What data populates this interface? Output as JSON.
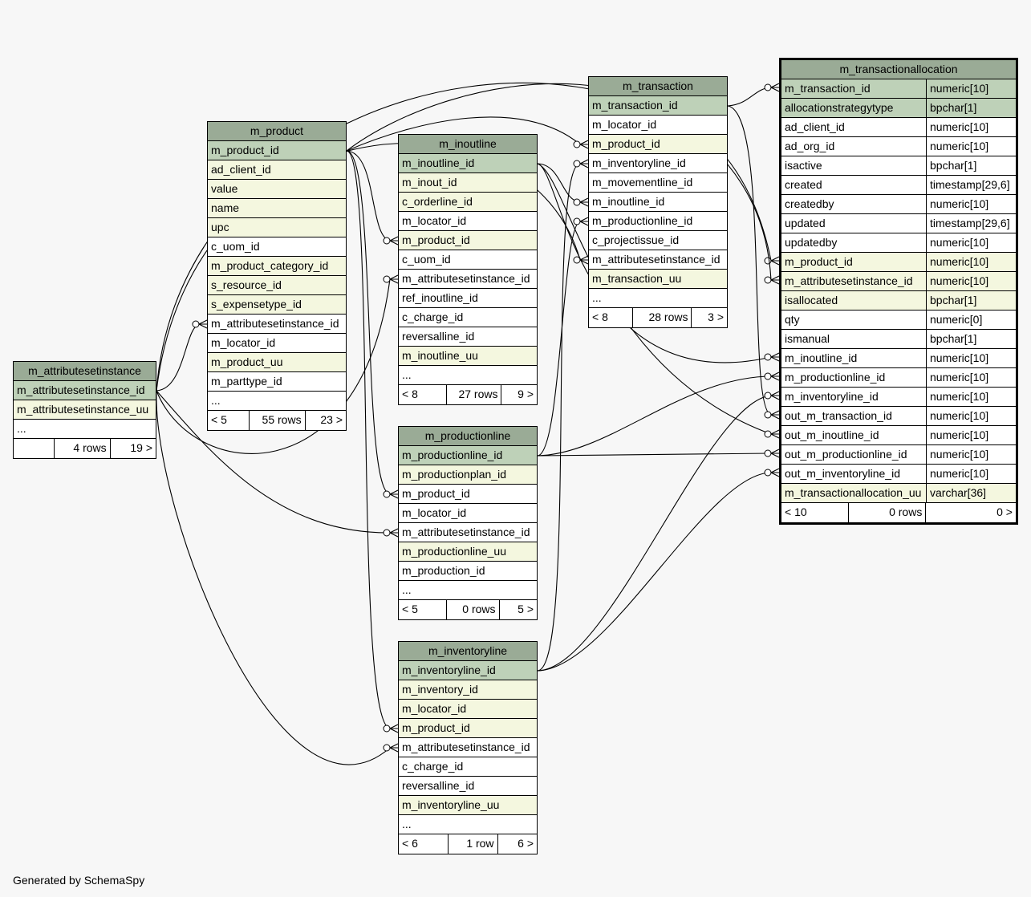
{
  "footer": "Generated by SchemaSpy",
  "tables": {
    "m_transactionallocation": {
      "name": "m_transactionallocation",
      "columns": [
        {
          "name": "m_transaction_id",
          "type": "numeric[10]",
          "kind": "pk"
        },
        {
          "name": "allocationstrategytype",
          "type": "bpchar[1]",
          "kind": "pk"
        },
        {
          "name": "ad_client_id",
          "type": "numeric[10]",
          "kind": "plain"
        },
        {
          "name": "ad_org_id",
          "type": "numeric[10]",
          "kind": "plain"
        },
        {
          "name": "isactive",
          "type": "bpchar[1]",
          "kind": "plain"
        },
        {
          "name": "created",
          "type": "timestamp[29,6]",
          "kind": "plain"
        },
        {
          "name": "createdby",
          "type": "numeric[10]",
          "kind": "plain"
        },
        {
          "name": "updated",
          "type": "timestamp[29,6]",
          "kind": "plain"
        },
        {
          "name": "updatedby",
          "type": "numeric[10]",
          "kind": "plain"
        },
        {
          "name": "m_product_id",
          "type": "numeric[10]",
          "kind": "fk"
        },
        {
          "name": "m_attributesetinstance_id",
          "type": "numeric[10]",
          "kind": "fk"
        },
        {
          "name": "isallocated",
          "type": "bpchar[1]",
          "kind": "fk"
        },
        {
          "name": "qty",
          "type": "numeric[0]",
          "kind": "plain"
        },
        {
          "name": "ismanual",
          "type": "bpchar[1]",
          "kind": "plain"
        },
        {
          "name": "m_inoutline_id",
          "type": "numeric[10]",
          "kind": "plain"
        },
        {
          "name": "m_productionline_id",
          "type": "numeric[10]",
          "kind": "plain"
        },
        {
          "name": "m_inventoryline_id",
          "type": "numeric[10]",
          "kind": "plain"
        },
        {
          "name": "out_m_transaction_id",
          "type": "numeric[10]",
          "kind": "plain"
        },
        {
          "name": "out_m_inoutline_id",
          "type": "numeric[10]",
          "kind": "plain"
        },
        {
          "name": "out_m_productionline_id",
          "type": "numeric[10]",
          "kind": "plain"
        },
        {
          "name": "out_m_inventoryline_id",
          "type": "numeric[10]",
          "kind": "plain"
        },
        {
          "name": "m_transactionallocation_uu",
          "type": "varchar[36]",
          "kind": "fk"
        }
      ],
      "footer": [
        "< 10",
        "0 rows",
        "0 >"
      ]
    },
    "m_transaction": {
      "name": "m_transaction",
      "columns": [
        {
          "name": "m_transaction_id",
          "kind": "pk"
        },
        {
          "name": "m_locator_id",
          "kind": "plain"
        },
        {
          "name": "m_product_id",
          "kind": "fk"
        },
        {
          "name": "m_inventoryline_id",
          "kind": "plain"
        },
        {
          "name": "m_movementline_id",
          "kind": "plain"
        },
        {
          "name": "m_inoutline_id",
          "kind": "plain"
        },
        {
          "name": "m_productionline_id",
          "kind": "plain"
        },
        {
          "name": "c_projectissue_id",
          "kind": "plain"
        },
        {
          "name": "m_attributesetinstance_id",
          "kind": "plain"
        },
        {
          "name": "m_transaction_uu",
          "kind": "fk"
        },
        {
          "name": "...",
          "kind": "plain"
        }
      ],
      "footer": [
        "< 8",
        "28 rows",
        "3 >"
      ]
    },
    "m_product": {
      "name": "m_product",
      "columns": [
        {
          "name": "m_product_id",
          "kind": "pk"
        },
        {
          "name": "ad_client_id",
          "kind": "fk"
        },
        {
          "name": "value",
          "kind": "fk"
        },
        {
          "name": "name",
          "kind": "fk"
        },
        {
          "name": "upc",
          "kind": "fk"
        },
        {
          "name": "c_uom_id",
          "kind": "plain"
        },
        {
          "name": "m_product_category_id",
          "kind": "fk"
        },
        {
          "name": "s_resource_id",
          "kind": "fk"
        },
        {
          "name": "s_expensetype_id",
          "kind": "fk"
        },
        {
          "name": "m_attributesetinstance_id",
          "kind": "plain"
        },
        {
          "name": "m_locator_id",
          "kind": "plain"
        },
        {
          "name": "m_product_uu",
          "kind": "fk"
        },
        {
          "name": "m_parttype_id",
          "kind": "plain"
        },
        {
          "name": "...",
          "kind": "plain"
        }
      ],
      "footer": [
        "< 5",
        "55 rows",
        "23 >"
      ]
    },
    "m_inoutline": {
      "name": "m_inoutline",
      "columns": [
        {
          "name": "m_inoutline_id",
          "kind": "pk"
        },
        {
          "name": "m_inout_id",
          "kind": "fk"
        },
        {
          "name": "c_orderline_id",
          "kind": "fk"
        },
        {
          "name": "m_locator_id",
          "kind": "plain"
        },
        {
          "name": "m_product_id",
          "kind": "fk"
        },
        {
          "name": "c_uom_id",
          "kind": "plain"
        },
        {
          "name": "m_attributesetinstance_id",
          "kind": "plain"
        },
        {
          "name": "ref_inoutline_id",
          "kind": "plain"
        },
        {
          "name": "c_charge_id",
          "kind": "plain"
        },
        {
          "name": "reversalline_id",
          "kind": "plain"
        },
        {
          "name": "m_inoutline_uu",
          "kind": "fk"
        },
        {
          "name": "...",
          "kind": "plain"
        }
      ],
      "footer": [
        "< 8",
        "27 rows",
        "9 >"
      ]
    },
    "m_attributesetinstance": {
      "name": "m_attributesetinstance",
      "columns": [
        {
          "name": "m_attributesetinstance_id",
          "kind": "pk"
        },
        {
          "name": "m_attributesetinstance_uu",
          "kind": "fk"
        },
        {
          "name": "...",
          "kind": "plain"
        }
      ],
      "footer": [
        "",
        "4 rows",
        "19 >"
      ]
    },
    "m_productionline": {
      "name": "m_productionline",
      "columns": [
        {
          "name": "m_productionline_id",
          "kind": "pk"
        },
        {
          "name": "m_productionplan_id",
          "kind": "fk"
        },
        {
          "name": "m_product_id",
          "kind": "plain"
        },
        {
          "name": "m_locator_id",
          "kind": "plain"
        },
        {
          "name": "m_attributesetinstance_id",
          "kind": "plain"
        },
        {
          "name": "m_productionline_uu",
          "kind": "fk"
        },
        {
          "name": "m_production_id",
          "kind": "plain"
        },
        {
          "name": "...",
          "kind": "plain"
        }
      ],
      "footer": [
        "< 5",
        "0 rows",
        "5 >"
      ]
    },
    "m_inventoryline": {
      "name": "m_inventoryline",
      "columns": [
        {
          "name": "m_inventoryline_id",
          "kind": "pk"
        },
        {
          "name": "m_inventory_id",
          "kind": "fk"
        },
        {
          "name": "m_locator_id",
          "kind": "fk"
        },
        {
          "name": "m_product_id",
          "kind": "fk"
        },
        {
          "name": "m_attributesetinstance_id",
          "kind": "plain"
        },
        {
          "name": "c_charge_id",
          "kind": "plain"
        },
        {
          "name": "reversalline_id",
          "kind": "plain"
        },
        {
          "name": "m_inventoryline_uu",
          "kind": "fk"
        },
        {
          "name": "...",
          "kind": "plain"
        }
      ],
      "footer": [
        "< 6",
        "1 row",
        "6 >"
      ]
    }
  }
}
